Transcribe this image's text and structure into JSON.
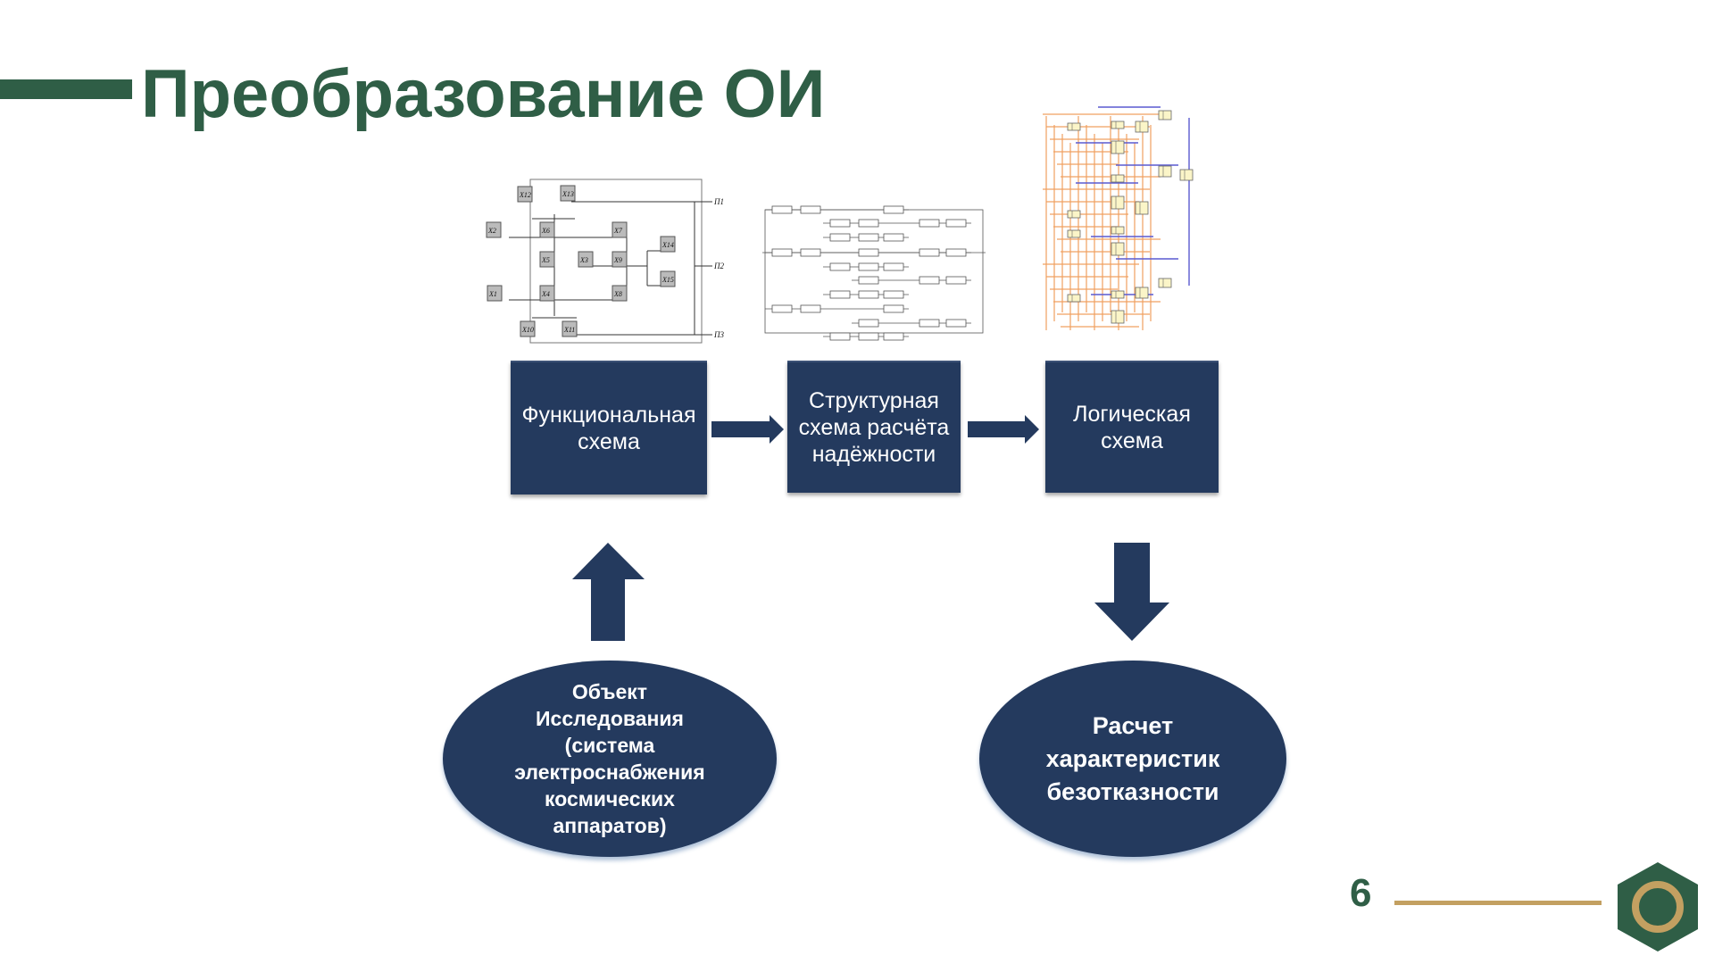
{
  "title": "Преобразование ОИ",
  "flow": {
    "functional": "Функциональная схема",
    "structural": "Структурная схема расчёта надёжности",
    "logical": "Логическая схема"
  },
  "object": "Объект\nИсследования\n(система\nэлектроснабжения\nкосмических\nаппаратов)",
  "result": "Расчет\nхарактеристик\nбезотказности",
  "page_number": "6",
  "functional_diagram": {
    "nodes": [
      "X12",
      "X13",
      "X2",
      "X6",
      "X7",
      "X14",
      "X5",
      "X3",
      "X9",
      "X15",
      "X1",
      "X4",
      "X8",
      "X10",
      "X11"
    ],
    "outputs": [
      "П1",
      "П2",
      "П3"
    ]
  },
  "colors": {
    "accent_green": "#2f5e46",
    "box_blue": "#243a5e",
    "gold": "#c3a061"
  }
}
